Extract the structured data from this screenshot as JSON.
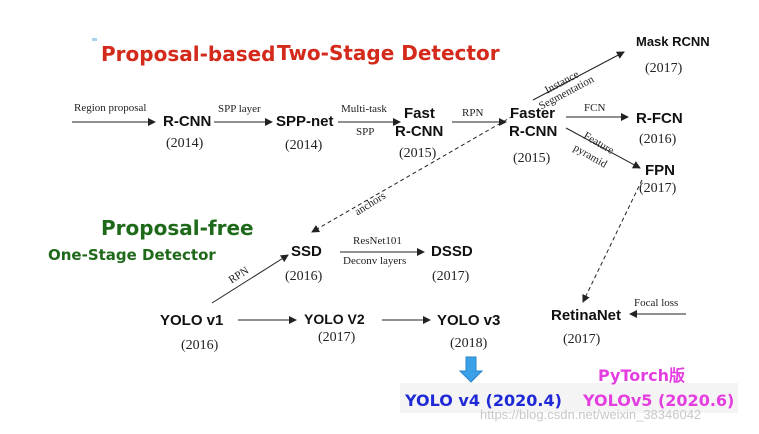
{
  "headings": {
    "proposal_based": "Proposal-based",
    "two_stage": "Two-Stage Detector",
    "proposal_free": "Proposal-free",
    "one_stage": "One-Stage Detector"
  },
  "nodes": {
    "rcnn": "R-CNN",
    "rcnn_year": "(2014)",
    "sppnet": "SPP-net",
    "sppnet_year": "(2014)",
    "fast_rcnn_1": "Fast",
    "fast_rcnn_2": "R-CNN",
    "fast_rcnn_year": "(2015)",
    "faster_rcnn_1": "Faster",
    "faster_rcnn_2": "R-CNN",
    "faster_rcnn_year": "(2015)",
    "mask_rcnn": "Mask RCNN",
    "mask_rcnn_year": "(2017)",
    "rfcn": "R-FCN",
    "rfcn_year": "(2016)",
    "fpn": "FPN",
    "fpn_year": "(2017)",
    "ssd": "SSD",
    "ssd_year": "(2016)",
    "dssd": "DSSD",
    "dssd_year": "(2017)",
    "yolo1": "YOLO v1",
    "yolo1_year": "(2016)",
    "yolo2": "YOLO V2",
    "yolo2_year": "(2017)",
    "yolo3": "YOLO v3",
    "yolo3_year": "(2018)",
    "retinanet": "RetinaNet",
    "retinanet_year": "(2017)",
    "yolo4": "YOLO v4 (2020.4)",
    "pytorch": "PyTorch版",
    "yolo5": "YOLOv5 (2020.6)"
  },
  "edge_labels": {
    "region_proposal": "Region proposal",
    "spp_layer": "SPP layer",
    "multi_task": "Multi-task",
    "spp": "SPP",
    "rpn_top": "RPN",
    "instance": "Instance",
    "segmentation": "Segmentation",
    "fcn": "FCN",
    "feature": "Feature",
    "pyramid": "pyramid",
    "anchors": "anchors",
    "rpn_ssd": "RPN",
    "resnet101": "ResNet101",
    "deconv_layers": "Deconv layers",
    "focal_loss": "Focal loss"
  },
  "watermark": "https://blog.csdn.net/weixin_38346042",
  "colors": {
    "heading_red": "#d42a1c",
    "heading_green": "#1e6a1a",
    "yolo4_blue": "#1f2ad6",
    "yolo5_pink": "#e53ee0",
    "arrow_blue": "#3aa0e8"
  }
}
